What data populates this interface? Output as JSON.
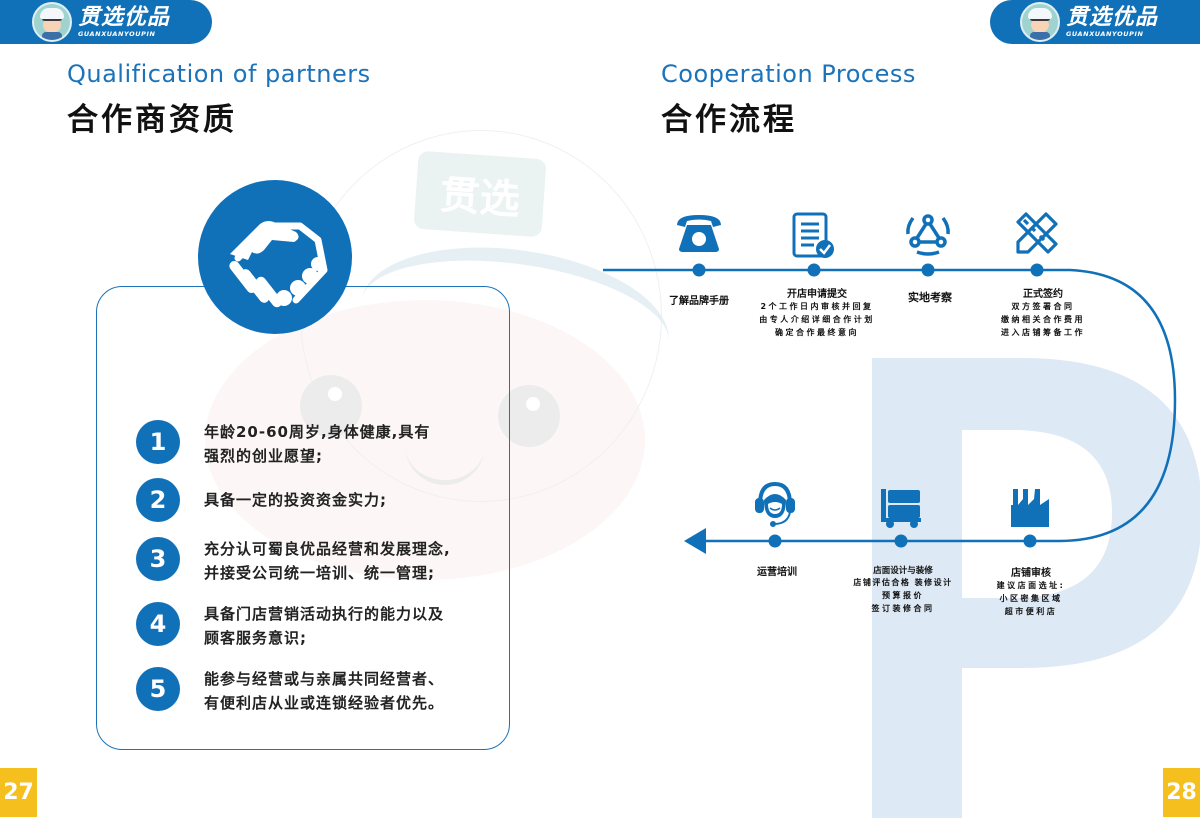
{
  "brand": {
    "name_cn": "贯选优品",
    "name_en": "GUANXUANYOUPIN",
    "watermark_text": "贯选",
    "colors": {
      "primary": "#1070b8",
      "accent": "#f5bf1e",
      "light_blue": "#dde9f5"
    }
  },
  "left_page": {
    "title_en": "Qualification of partners",
    "title_cn": "合作商资质",
    "icon": "handshake-icon",
    "qualifications": [
      {
        "num": "1",
        "text": "年龄20-60周岁,身体健康,具有\n强烈的创业愿望;"
      },
      {
        "num": "2",
        "text": "具备一定的投资资金实力;"
      },
      {
        "num": "3",
        "text": "充分认可蜀良优品经营和发展理念,\n并接受公司统一培训、统一管理;"
      },
      {
        "num": "4",
        "text": "具备门店营销活动执行的能力以及\n顾客服务意识;"
      },
      {
        "num": "5",
        "text": "能参与经营或与亲属共同经营者、\n有便利店从业或连锁经验者优先。"
      }
    ],
    "page_number": "27"
  },
  "right_page": {
    "title_en": "Cooperation Process",
    "title_cn": "合作流程",
    "background_letter": "P",
    "steps_top": [
      {
        "icon": "telephone-icon",
        "title": "了解品牌手册",
        "desc": []
      },
      {
        "icon": "document-check-icon",
        "title": "开店申请提交",
        "desc": [
          "2个工作日内审核并回复",
          "由专人介绍详细合作计划",
          "确定合作最终意向"
        ]
      },
      {
        "icon": "network-triangle-icon",
        "title": "实地考察",
        "desc": []
      },
      {
        "icon": "pencil-ruler-icon",
        "title": "正式签约",
        "desc": [
          "双方签署合同",
          "缴纳相关合作费用",
          "进入店铺筹备工作"
        ]
      }
    ],
    "steps_bottom": [
      {
        "icon": "factory-icon",
        "title": "店铺审核",
        "desc": [
          "建议店面选址:",
          "小区密集区域",
          "超市便利店"
        ]
      },
      {
        "icon": "cart-shelf-icon",
        "title": "店面设计与装修",
        "desc": [
          "店铺评估合格 装修设计",
          "预算报价",
          "签订装修合同"
        ]
      },
      {
        "icon": "headset-support-icon",
        "title": "运营培训",
        "desc": []
      }
    ],
    "page_number": "28"
  }
}
